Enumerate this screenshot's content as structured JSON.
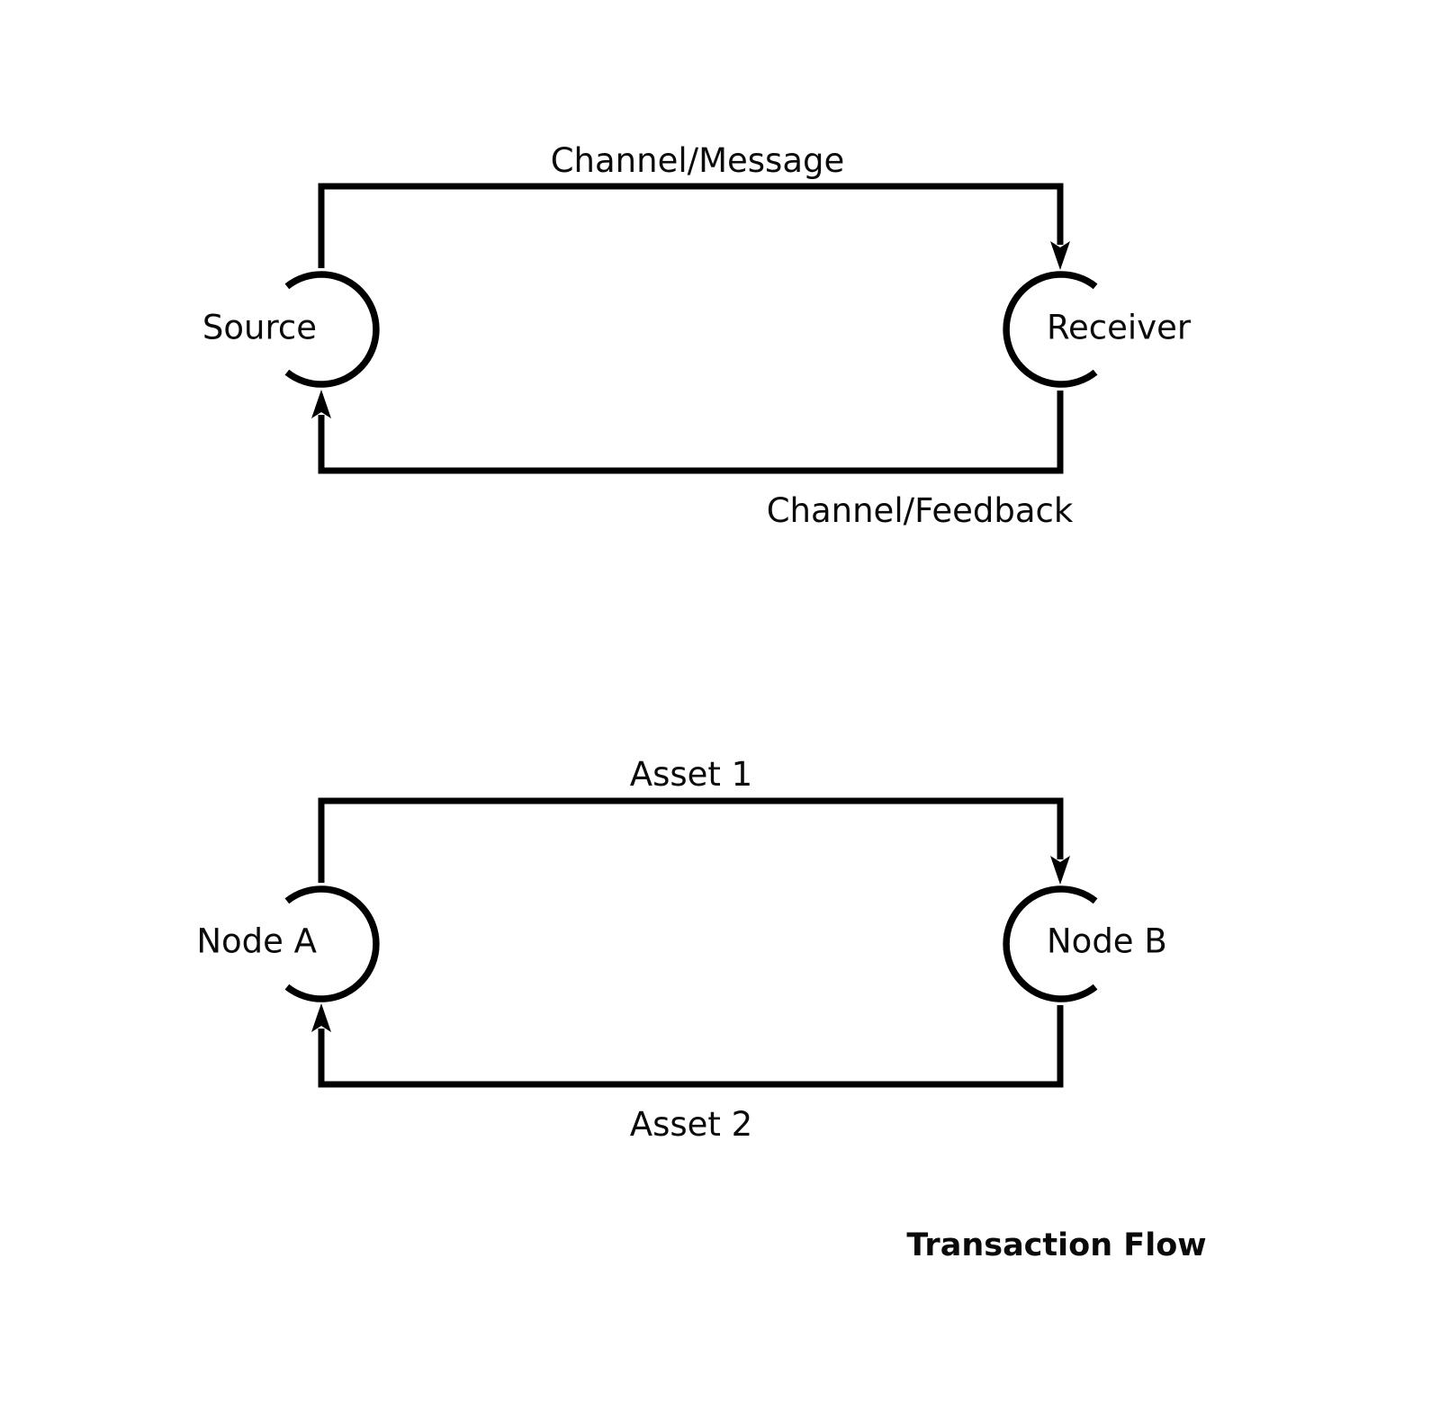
{
  "page": {
    "background_color": "#ffffff",
    "stroke_color": "#000000",
    "text_color": "#0a0a0a"
  },
  "diagrams": [
    {
      "id": "communication-flow",
      "nodes": [
        {
          "id": "source",
          "label": "Source",
          "label_side": "left"
        },
        {
          "id": "receiver",
          "label": "Receiver",
          "label_side": "right"
        }
      ],
      "edges": [
        {
          "id": "message",
          "label": "Channel/Message",
          "from": "source",
          "to": "receiver",
          "direction": "left-to-right",
          "label_position": "above"
        },
        {
          "id": "feedback",
          "label": "Channel/Feedback",
          "from": "receiver",
          "to": "source",
          "direction": "right-to-left",
          "label_position": "below"
        }
      ]
    },
    {
      "id": "transaction-flow",
      "caption": "Transaction Flow",
      "nodes": [
        {
          "id": "node-a",
          "label": "Node A",
          "label_side": "left"
        },
        {
          "id": "node-b",
          "label": "Node B",
          "label_side": "right"
        }
      ],
      "edges": [
        {
          "id": "asset-1",
          "label": "Asset 1",
          "from": "node-a",
          "to": "node-b",
          "direction": "left-to-right",
          "label_position": "above"
        },
        {
          "id": "asset-2",
          "label": "Asset 2",
          "from": "node-b",
          "to": "node-a",
          "direction": "right-to-left",
          "label_position": "below"
        }
      ]
    }
  ]
}
